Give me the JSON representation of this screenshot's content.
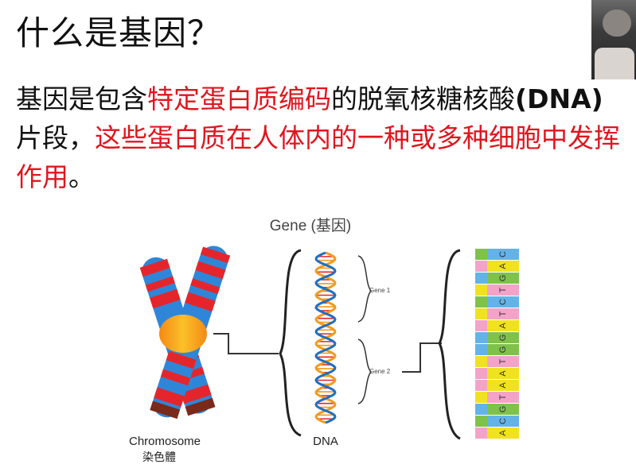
{
  "slide": {
    "title": "什么是基因？",
    "body": {
      "p1_black": "基因是包含",
      "p1_red": "特定蛋白质编码",
      "p1_black2": "的脱氧核糖核酸",
      "p1_bold": "(DNA)",
      "p1_black3": " 片段，",
      "p1_red2": "这些蛋白质在人体内的一种或多种细胞中发挥作用",
      "p1_end": "。"
    }
  },
  "diagram": {
    "heading": "Gene (基因)",
    "chromosome_label": "Chromosome",
    "chromosome_label_cn": "染色體",
    "dna_label": "DNA",
    "gene1_label": "Gene 1",
    "gene2_label": "Gene 2",
    "sequence_left": [
      "G",
      "T",
      "C",
      "A",
      "G",
      "A",
      "T",
      "C",
      "C",
      "A",
      "T",
      "T",
      "A",
      "C",
      "G",
      "T"
    ],
    "sequence_right": [
      "C",
      "A",
      "G",
      "T",
      "C",
      "T",
      "A",
      "G",
      "G",
      "T",
      "A",
      "A",
      "T",
      "G",
      "C",
      "A"
    ],
    "base_colors": {
      "A": "#f0e21e",
      "T": "#f4a3c8",
      "G": "#7fc24a",
      "C": "#63b3e8"
    },
    "colors": {
      "accent_red": "#e0161e",
      "chromosome_red": "#e4262c",
      "chromosome_blue": "#2f86d8",
      "chromosome_center": "#f7a11a",
      "dna_orange": "#f39a1e",
      "dna_blue": "#1f6fc0"
    }
  },
  "presenter_video": {
    "icon": "webcam-thumbnail"
  }
}
